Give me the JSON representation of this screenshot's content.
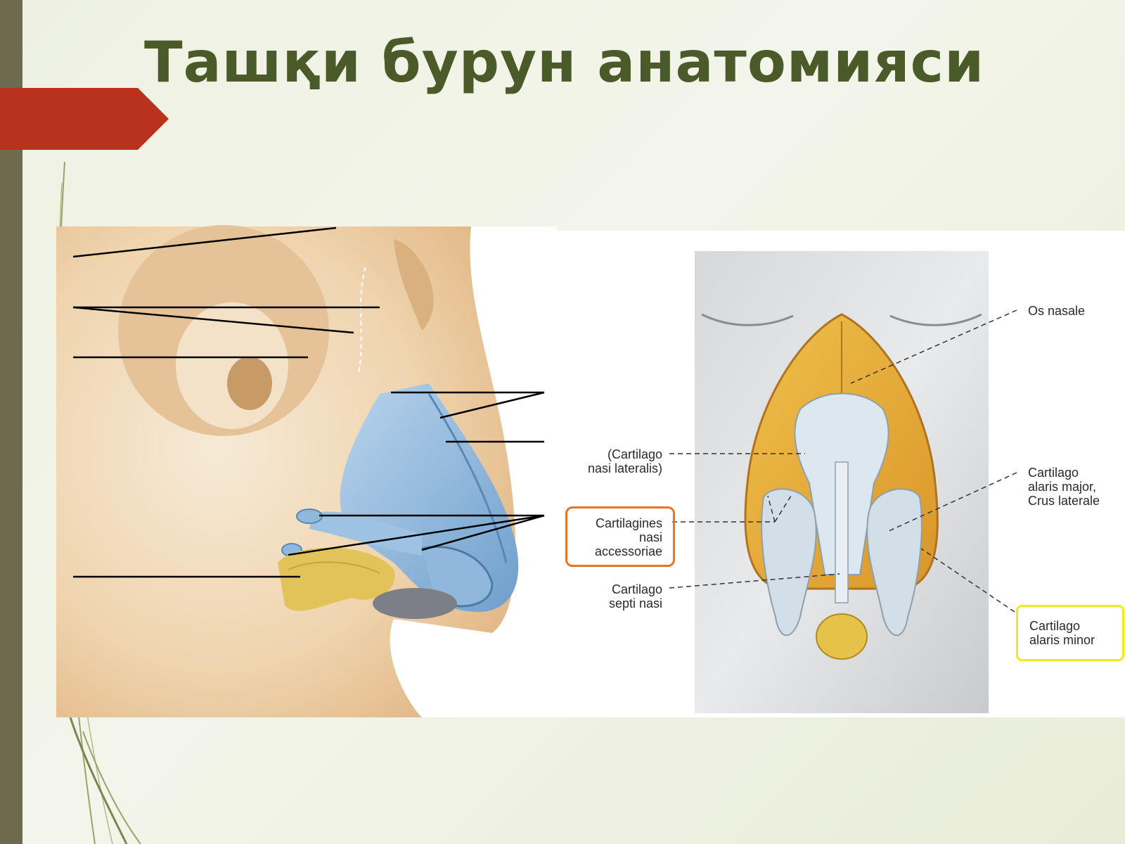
{
  "slide": {
    "title": "Ташқи бурун анатомияси",
    "accent_color": "#b8321e",
    "title_color": "#4a5a28"
  },
  "frontal_view": {
    "labels": {
      "os_nasale": "Os nasale",
      "cartilago_lateralis": "(Cartilago\nnasi lateralis)",
      "cartilago_alaris_major": "Cartilago\nalaris major,\nCrus laterale",
      "cartilagines_accessoriae": "Cartilagines\nnasi\naccessoriae",
      "cartilago_septi": "Cartilago\nsepti nasi",
      "cartilago_alaris_minor": "Cartilago\nalaris minor"
    },
    "highlight_colors": {
      "accessoriae": "#e8742a",
      "alaris_minor": "#ecec1a"
    }
  }
}
